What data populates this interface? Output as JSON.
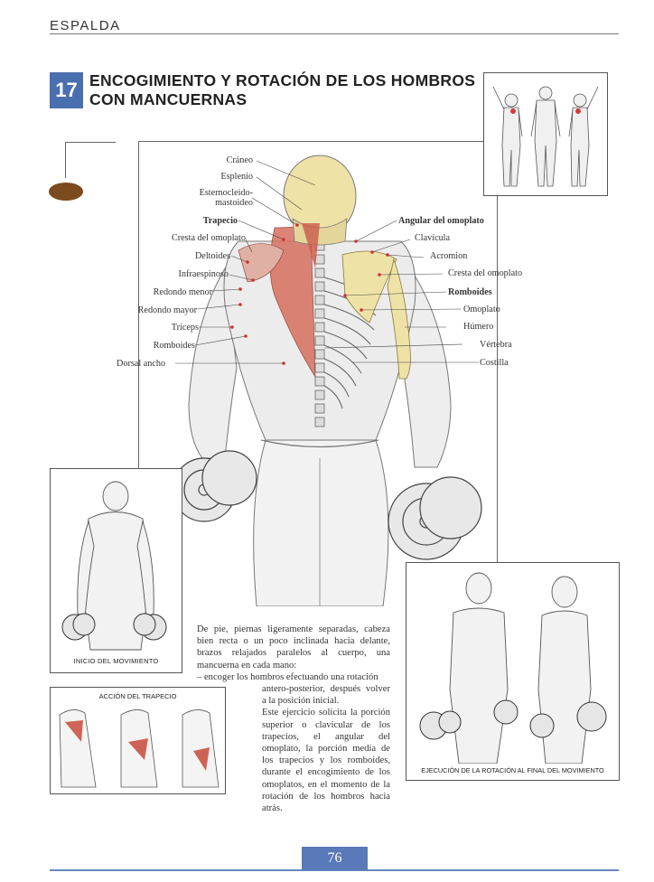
{
  "header": {
    "section": "ESPALDA"
  },
  "exercise": {
    "number": "17",
    "title_line1": "ENCOGIMIENTO Y ROTACIÓN DE LOS HOMBROS",
    "title_line2": "CON MANCUERNAS"
  },
  "labels_left": [
    "Cráneo",
    "Esplenio",
    "Esternocleido-",
    "mastoideo",
    "Trapecio",
    "Cresta del omoplato",
    "Deltoides",
    "Infraespinoso",
    "Redondo menor",
    "Redondo mayor",
    "Tríceps",
    "Romboides",
    "Dorsal ancho"
  ],
  "labels_right": [
    "Angular del omoplato",
    "Clavícula",
    "Acromion",
    "Cresta del omoplato",
    "Romboides",
    "Omoplato",
    "Húmero",
    "Vértebra",
    "Costilla"
  ],
  "captions": {
    "start": "INICIO DEL MOVIMIENTO",
    "trapezius": "ACCIÓN DEL TRAPECIO",
    "rotation": "EJECUCIÓN DE LA ROTACIÓN AL FINAL DEL MOVIMIENTO"
  },
  "body_text": {
    "p1": "De pie, piernas ligeramente separadas, cabeza bien recta o un poco inclinada hacia delante, brazos relajados paralelos al cuerpo, una mancuerna en cada mano:",
    "p2a": "– encoger los hombros efectuando una rotación",
    "p2b": "antero-posterior, después volver a la posición inicial.",
    "p3": "Este ejercicio solicita la porción superior o clavicular de los trapecios, el angular del omoplato, la porción media de los trapecios y los romboides, durante el encogimiento de los omoplatos, en el momento de la rotación de los hombros hacia atrás."
  },
  "footer": {
    "page_number": "76"
  },
  "colors": {
    "accent_blue": "#4a6fae",
    "muscle_red": "#c84a3a",
    "bone_yellow": "#efe2a6",
    "bullet_brown": "#7b4a1e"
  }
}
